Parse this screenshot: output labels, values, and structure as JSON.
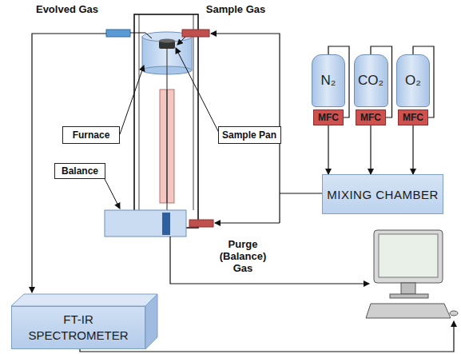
{
  "diagram": {
    "nodes": [
      {
        "text": [
          "Furnace"
        ]
      },
      {
        "text": [
          "Sample Pan"
        ]
      },
      {
        "text": [
          "Balance"
        ]
      },
      {
        "text": [
          "N₂"
        ]
      },
      {
        "text": [
          "CO₂"
        ]
      },
      {
        "text": [
          "O₂"
        ]
      },
      {
        "text": [
          "MFC"
        ]
      },
      {
        "text": [
          "MFC"
        ]
      },
      {
        "text": [
          "MFC"
        ]
      },
      {
        "text": [
          "MIXING CHAMBER"
        ]
      },
      {
        "text": [
          "FT-IR SPECTROMETER"
        ]
      }
    ],
    "edges": [
      {
        "from": 3,
        "to": 6,
        "arrow": "none"
      },
      {
        "from": 4,
        "to": 7,
        "arrow": "none"
      },
      {
        "from": 5,
        "to": 8,
        "arrow": "none"
      },
      {
        "from": 6,
        "to": 9,
        "arrow": "to"
      },
      {
        "from": 7,
        "to": 9,
        "arrow": "to"
      },
      {
        "from": 8,
        "to": 9,
        "arrow": "to"
      }
    ],
    "labels": [
      "Evolved Gas",
      "Sample Gas",
      "Purge (Balance) Gas"
    ]
  }
}
